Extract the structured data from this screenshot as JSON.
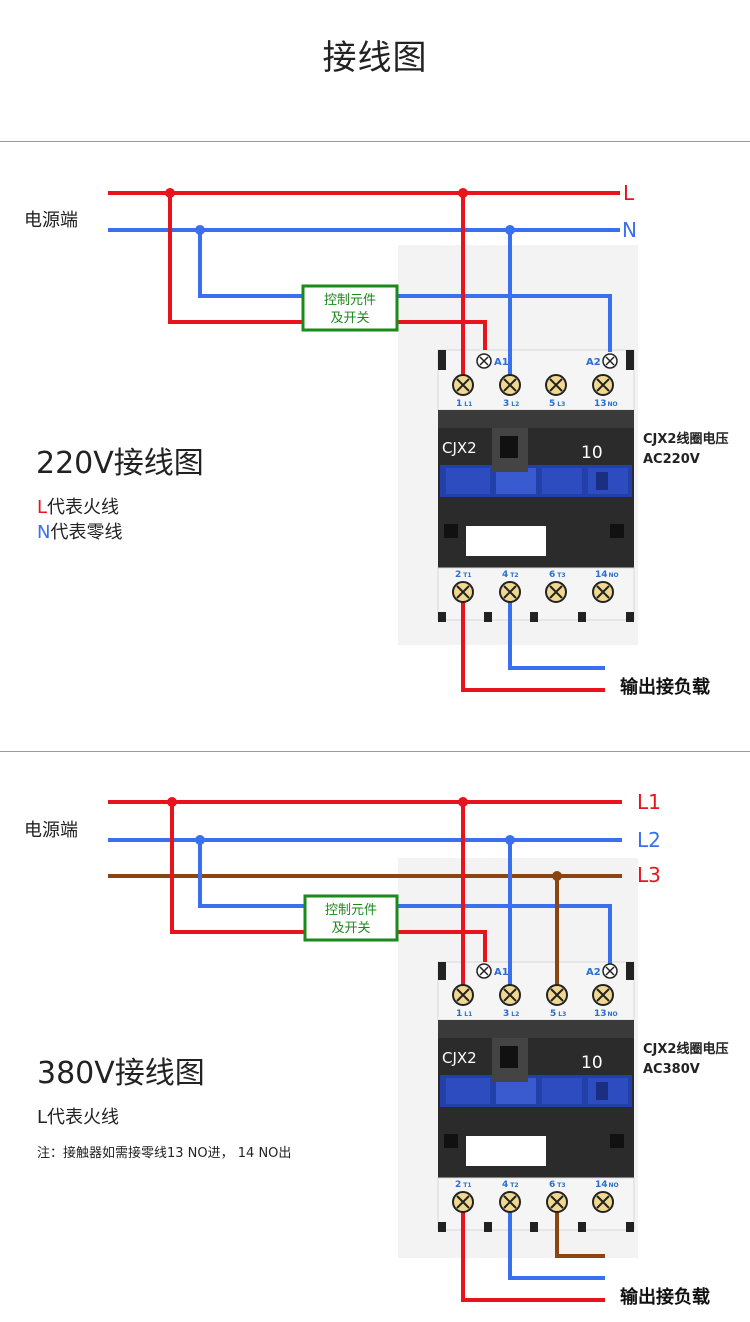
{
  "title": "接线图",
  "section1": {
    "source_label": "电源端",
    "line_L": "L",
    "line_N": "N",
    "control_box": [
      "控制元件",
      "及开关"
    ],
    "heading": "220V接线图",
    "legend": [
      {
        "key": "L",
        "text": "代表火线"
      },
      {
        "key": "N",
        "text": "代表零线"
      }
    ],
    "model": "CJX2",
    "rating": "10",
    "coil_voltage": [
      "CJX2线圈电压",
      "AC220V"
    ],
    "coil_terminals": [
      "A1",
      "A2"
    ],
    "top_terminals": [
      {
        "num": "1",
        "sub": "L1"
      },
      {
        "num": "3",
        "sub": "L2"
      },
      {
        "num": "5",
        "sub": "L3"
      },
      {
        "num": "13",
        "sub": "NO"
      }
    ],
    "bottom_terminals": [
      {
        "num": "2",
        "sub": "T1"
      },
      {
        "num": "4",
        "sub": "T2"
      },
      {
        "num": "6",
        "sub": "T3"
      },
      {
        "num": "14",
        "sub": "NO"
      }
    ],
    "output_label": "输出接负载"
  },
  "section2": {
    "source_label": "电源端",
    "lines": [
      "L1",
      "L2",
      "L3"
    ],
    "control_box": [
      "控制元件",
      "及开关"
    ],
    "heading": "380V接线图",
    "legend": "L代表火线",
    "note": "注：接触器如需接零线13 NO进， 14 NO出",
    "model": "CJX2",
    "rating": "10",
    "coil_voltage": [
      "CJX2线圈电压",
      "AC380V"
    ],
    "coil_terminals": [
      "A1",
      "A2"
    ],
    "top_terminals": [
      {
        "num": "1",
        "sub": "L1"
      },
      {
        "num": "3",
        "sub": "L2"
      },
      {
        "num": "5",
        "sub": "L3"
      },
      {
        "num": "13",
        "sub": "NO"
      }
    ],
    "bottom_terminals": [
      {
        "num": "2",
        "sub": "T1"
      },
      {
        "num": "4",
        "sub": "T2"
      },
      {
        "num": "6",
        "sub": "T3"
      },
      {
        "num": "14",
        "sub": "NO"
      }
    ],
    "output_label": "输出接负载"
  },
  "colors": {
    "live": "#e8141c",
    "neutral": "#3a6ff0",
    "phase3": "#8b4513",
    "control_border": "#1a8a1a",
    "contactor_body": "#2b2b2b",
    "contactor_blue": "#2340a8"
  }
}
